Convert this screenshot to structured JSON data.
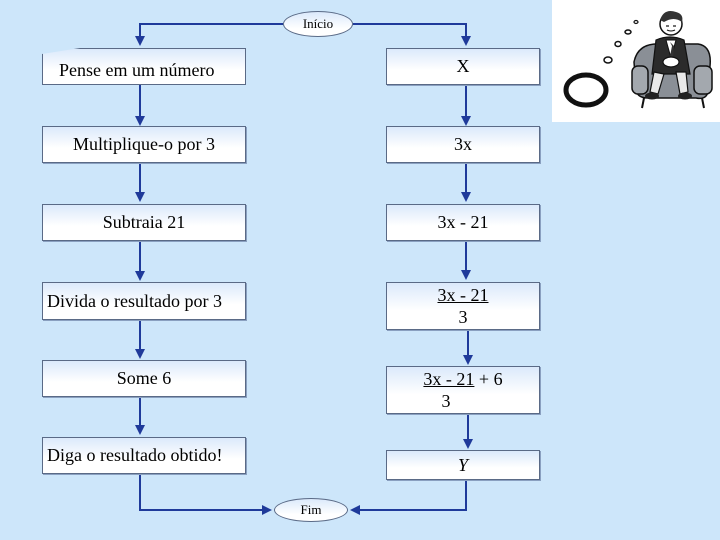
{
  "diagram": {
    "start_label": "Início",
    "end_label": "Fim",
    "left_steps": [
      "Pense em um número",
      "Multiplique-o por 3",
      "Subtraia 21",
      "Divida o resultado por 3",
      "Some 6",
      "Diga o resultado obtido!"
    ],
    "right_steps": {
      "step1": "X",
      "step2": "3x",
      "step3": "3x - 21",
      "step4_numerator": "3x - 21",
      "step4_denominator": "3",
      "step5_numerator": "3x - 21",
      "step5_suffix": " + 6",
      "step5_denominator": "3",
      "step6": "Y"
    }
  },
  "colors": {
    "arrow": "#1f3a9a",
    "connector": "#1f3a9a",
    "background": "#cde6fa"
  },
  "illustration": {
    "icon": "thinking-man-in-armchair-icon"
  }
}
